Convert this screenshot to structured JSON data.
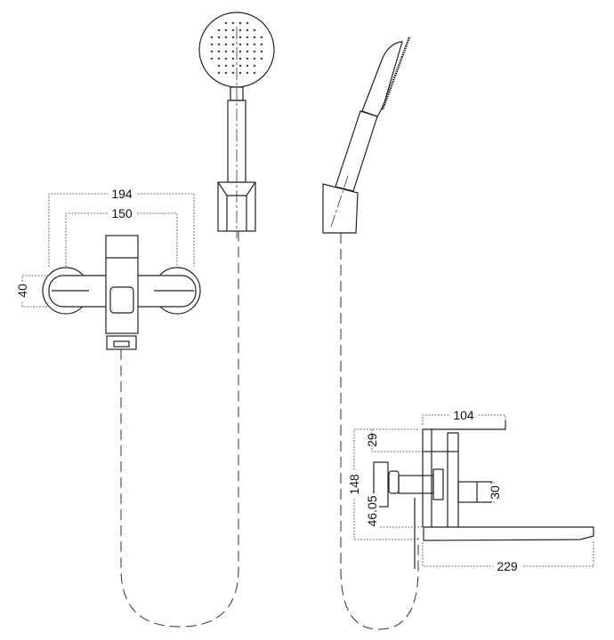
{
  "dimensions": {
    "front_overall_width": "194",
    "front_handle_spacing": "150",
    "front_handle_diameter": "40",
    "side_body_depth": "104",
    "side_spout_length": "229",
    "side_total_height": "148",
    "side_top_offset": "29",
    "side_bottom_offset": "46.05",
    "side_knob_height": "30"
  },
  "colors": {
    "line": "#222222",
    "background": "#ffffff"
  }
}
